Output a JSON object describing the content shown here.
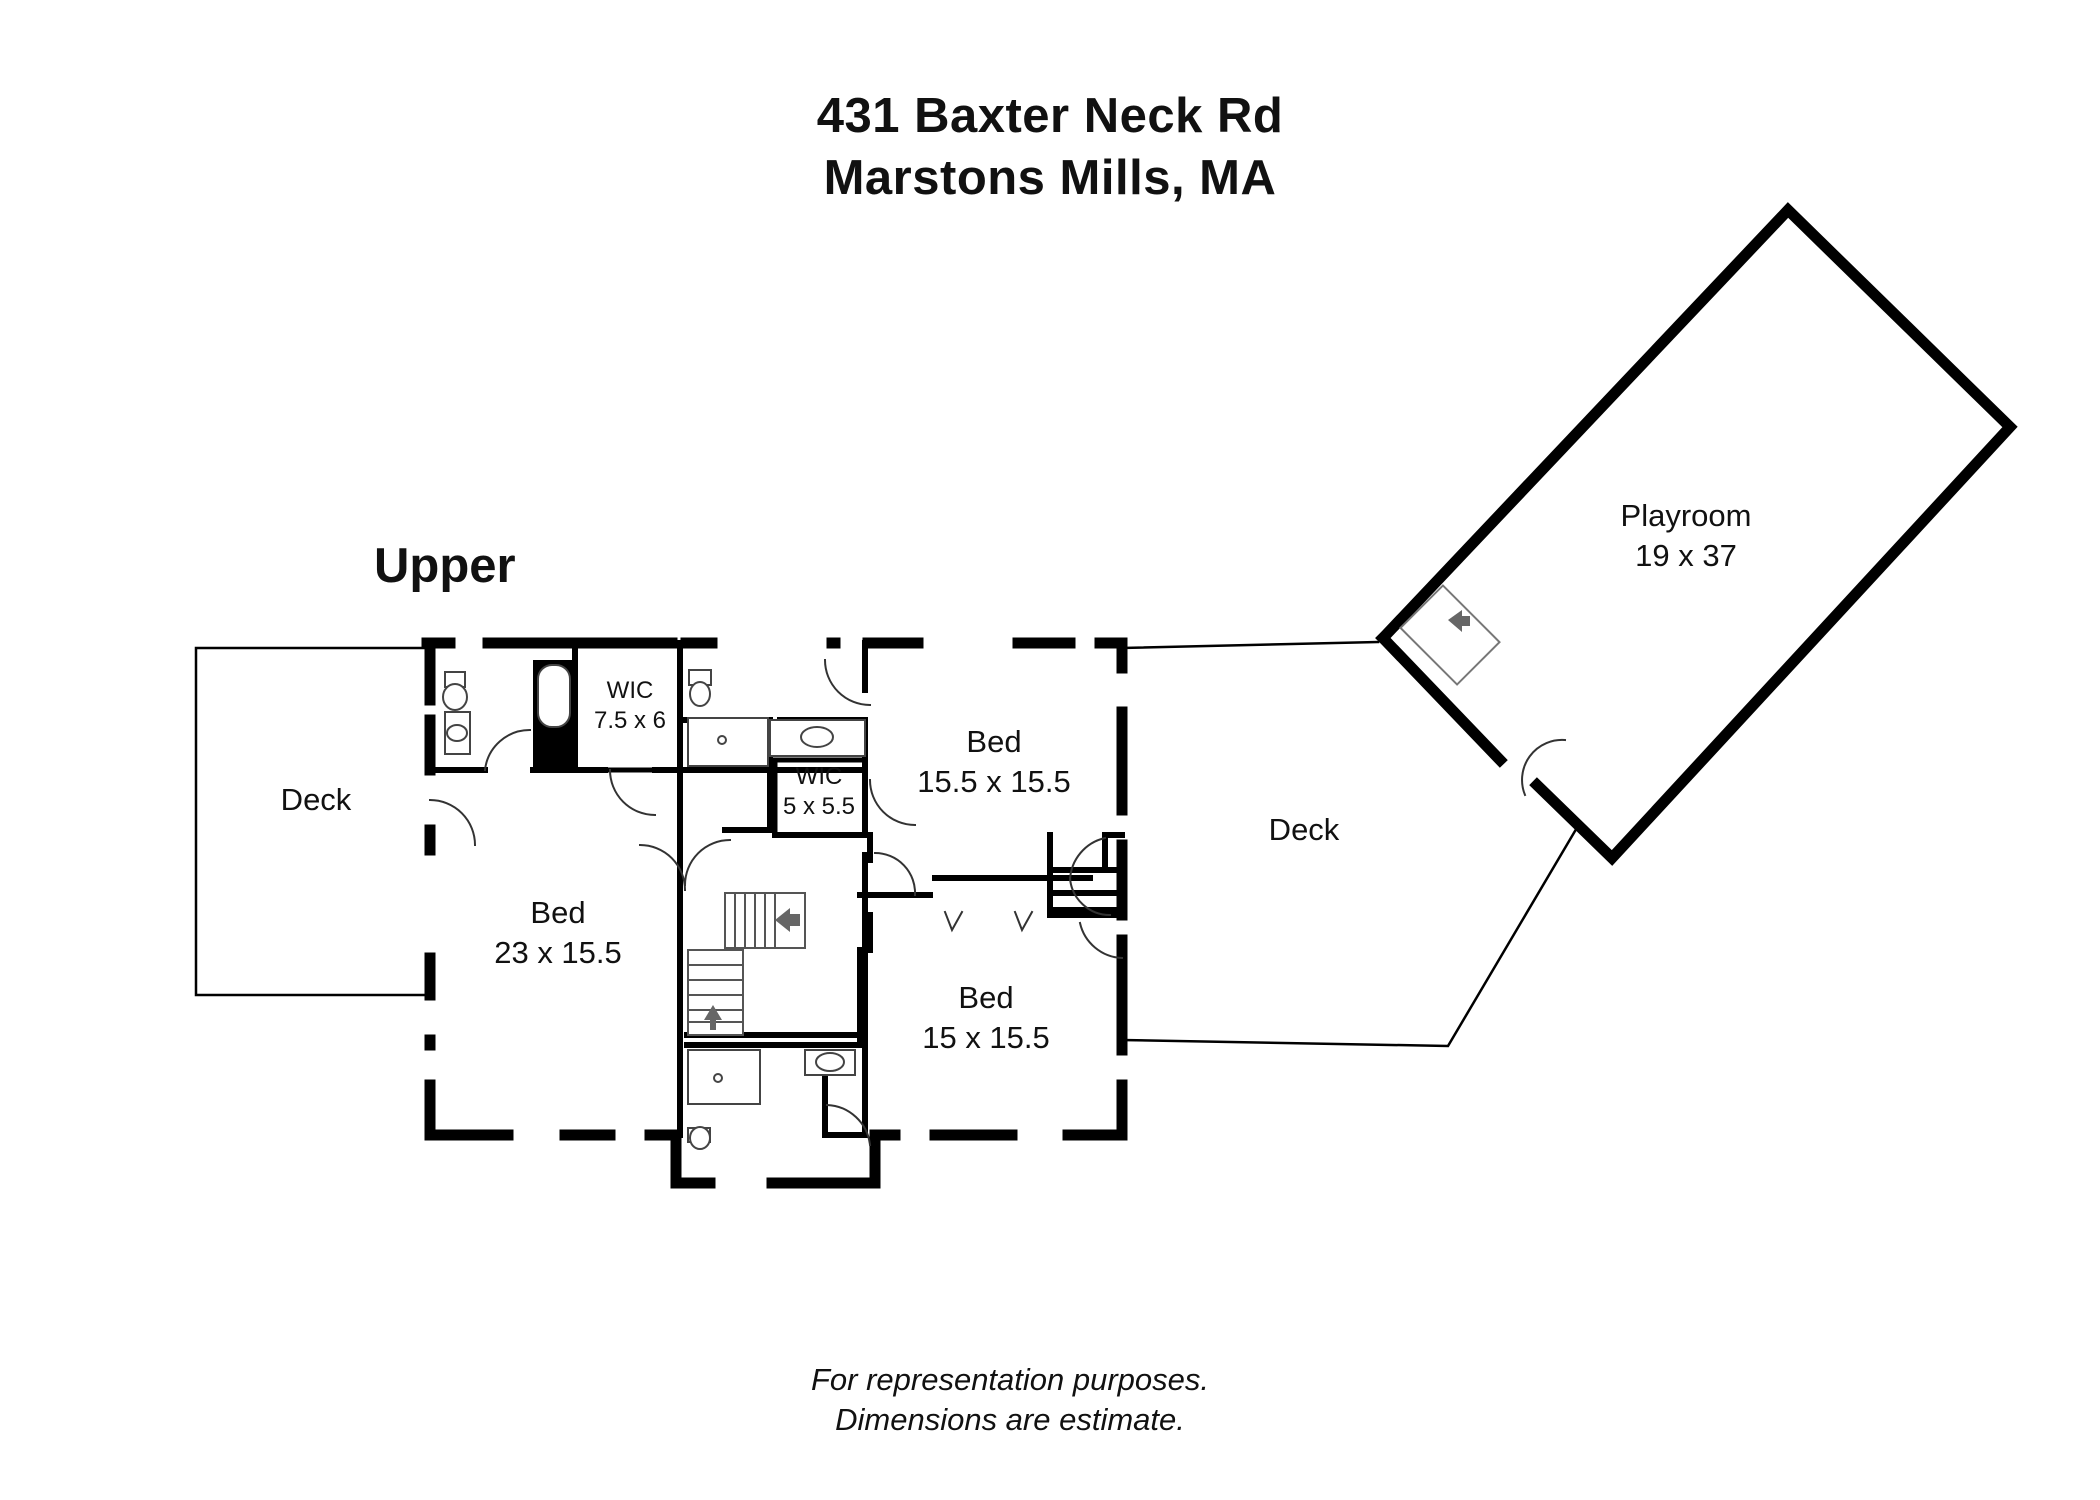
{
  "header": {
    "address_line1": "431 Baxter Neck Rd",
    "address_line2": "Marstons Mills, MA"
  },
  "level_name": "Upper",
  "rooms": {
    "deck_left": {
      "name": "Deck"
    },
    "bed_main": {
      "name": "Bed",
      "size": "23 x 15.5"
    },
    "wic_large": {
      "name": "WIC",
      "size": "7.5 x 6"
    },
    "wic_small": {
      "name": "WIC",
      "size": "5 x 5.5"
    },
    "bed_upper_right": {
      "name": "Bed",
      "size": "15.5 x 15.5"
    },
    "bed_lower_right": {
      "name": "Bed",
      "size": "15 x 15.5"
    },
    "deck_right": {
      "name": "Deck"
    },
    "playroom": {
      "name": "Playroom",
      "size": "19 x 37"
    }
  },
  "footer": {
    "line1": "For representation purposes.",
    "line2": "Dimensions are estimate."
  }
}
